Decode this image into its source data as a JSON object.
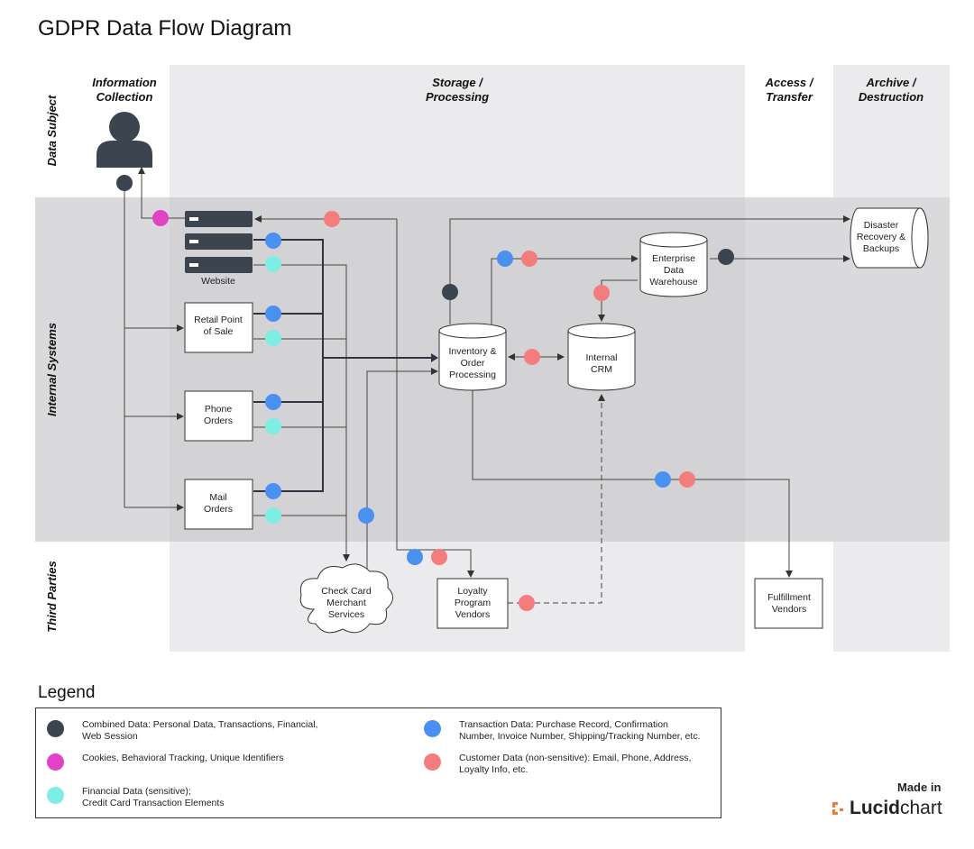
{
  "title": "GDPR Data Flow Diagram",
  "columns": {
    "collection": [
      "Information",
      "Collection"
    ],
    "storage": [
      "Storage /",
      "Processing"
    ],
    "access": [
      "Access /",
      "Transfer"
    ],
    "archive": [
      "Archive /",
      "Destruction"
    ]
  },
  "rows": {
    "subject": "Data Subject",
    "internal": "Internal Systems",
    "third": "Third Parties"
  },
  "nodes": {
    "website": "Website",
    "retail": [
      "Retail Point",
      "of Sale"
    ],
    "phone": [
      "Phone",
      "Orders"
    ],
    "mail": [
      "Mail",
      "Orders"
    ],
    "inventory": [
      "Inventory &",
      "Order",
      "Processing"
    ],
    "crm": [
      "Internal",
      "CRM"
    ],
    "warehouse": [
      "Enterprise",
      "Data",
      "Warehouse"
    ],
    "disaster": [
      "Disaster",
      "Recovery &",
      "Backups"
    ],
    "checkcard": [
      "Check Card",
      "Merchant",
      "Services"
    ],
    "loyalty": [
      "Loyalty",
      "Program",
      "Vendors"
    ],
    "fulfillment": [
      "Fulfillment",
      "Vendors"
    ]
  },
  "colors": {
    "combined": "#3c4450",
    "cookies": "#e043c4",
    "financial": "#7eeee4",
    "transaction": "#4a90f0",
    "customer": "#f47c7c",
    "lane": "#ebebed",
    "lane_dark": "#dadadd"
  },
  "legend": {
    "title": "Legend",
    "items": [
      {
        "color_key": "combined",
        "text": [
          "Combined Data: Personal Data, Transactions, Financial,",
          "Web Session"
        ]
      },
      {
        "color_key": "cookies",
        "text": [
          "Cookies, Behavioral Tracking, Unique Identifiers"
        ]
      },
      {
        "color_key": "financial",
        "text": [
          "Financial Data (sensitive);",
          "Credit Card Transaction Elements"
        ]
      },
      {
        "color_key": "transaction",
        "text": [
          "Transaction Data: Purchase Record, Confirmation",
          "Number, Invoice Number, Shipping/Tracking Number, etc."
        ]
      },
      {
        "color_key": "customer",
        "text": [
          "Customer Data (non-sensitive): Email, Phone, Address,",
          "Loyalty Info, etc."
        ]
      }
    ]
  },
  "branding": {
    "made_in": "Made in",
    "brand_bold": "Lucid",
    "brand_regular": "chart"
  }
}
